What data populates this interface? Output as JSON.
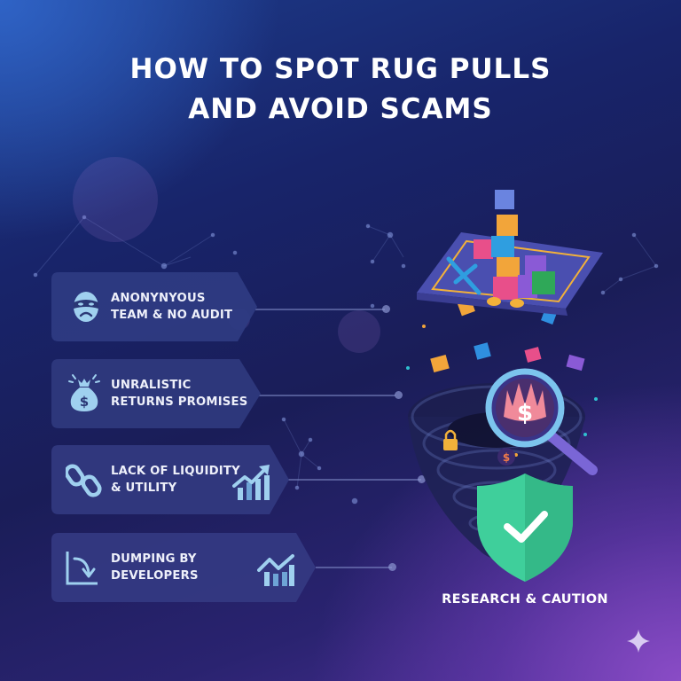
{
  "header": {
    "title_line1": "HOW TO SPOT RUG PULLS",
    "title_line2": "AND AVOID SCAMS"
  },
  "warning_signs": [
    {
      "line1": "ANONYNYOUS",
      "line2": "TEAM & NO AUDIT",
      "icon": "masked-face-icon"
    },
    {
      "line1": "UNRALISTIC",
      "line2": "RETURNS PROMISES",
      "icon": "money-bag-icon"
    },
    {
      "line1": "LACK OF LIQUIDITY",
      "line2": "& UTILITY",
      "icon": "chain-link-icon",
      "trailing_icon": "rising-chart-icon"
    },
    {
      "line1": "DUMPING BY",
      "line2": "DEVELOPERS",
      "icon": "falling-chart-icon",
      "trailing_icon": "bar-chart-trend-icon"
    }
  ],
  "illustration": {
    "elements": [
      "token-blocks-platform",
      "magnifying-glass-dollar-icon",
      "padlock-icon",
      "dollar-coin-icon",
      "vortex-funnel",
      "shield-check-icon"
    ],
    "caption": "RESEARCH & CAUTION"
  },
  "colors": {
    "card_bg": "#2f3a7e",
    "icon_blue": "#8fc6ea",
    "shield_green": "#3fcf9b",
    "text": "#ffffff"
  }
}
